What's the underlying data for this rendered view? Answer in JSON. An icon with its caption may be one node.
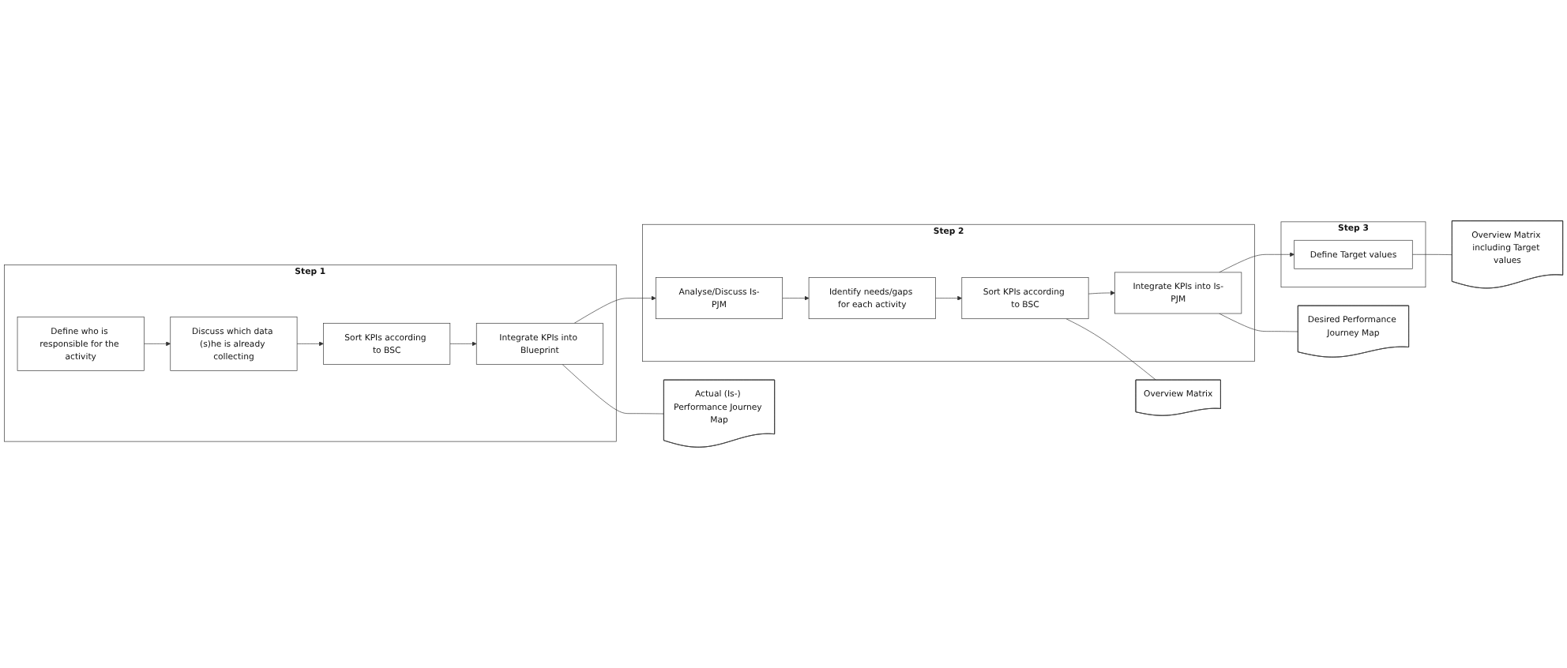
{
  "diagram": {
    "nodes": [
      {
        "text": [
          "Step 1"
        ]
      },
      {
        "text": [
          "Define who is responsible for the activity"
        ],
        "in": 0
      },
      {
        "text": [
          "Discuss which data (s)he is already collecting"
        ],
        "in": 0
      },
      {
        "text": [
          "Sort KPIs according to BSC"
        ],
        "in": 0
      },
      {
        "text": [
          "Integrate KPIs into Blueprint"
        ],
        "in": 0
      },
      {
        "text": [
          "Step 2"
        ]
      },
      {
        "text": [
          "Analyse/Discuss Is-PJM"
        ],
        "in": 5
      },
      {
        "text": [
          "Identify needs/gaps for each activity"
        ],
        "in": 5
      },
      {
        "text": [
          "Sort KPIs according to BSC"
        ],
        "in": 5
      },
      {
        "text": [
          "Integrate KPIs into Is-PJM"
        ],
        "in": 5
      },
      {
        "text": [
          "Step 3"
        ]
      },
      {
        "text": [
          "Define Target values"
        ],
        "in": 10
      },
      {
        "text": [
          "Actual (Is-) Performance Journey Map"
        ]
      },
      {
        "text": [
          "Overview Matrix"
        ]
      },
      {
        "text": [
          "Desired Performance Journey Map"
        ]
      },
      {
        "text": [
          "Overview Matrix including Target values"
        ]
      }
    ],
    "edges": [
      {
        "from": 1,
        "to": 2,
        "arrow": "to"
      },
      {
        "from": 2,
        "to": 3,
        "arrow": "to"
      },
      {
        "from": 3,
        "to": 4,
        "arrow": "to"
      },
      {
        "from": 4,
        "to": 6,
        "arrow": "to"
      },
      {
        "from": 6,
        "to": 7,
        "arrow": "to"
      },
      {
        "from": 7,
        "to": 8,
        "arrow": "to"
      },
      {
        "from": 8,
        "to": 9,
        "arrow": "to"
      },
      {
        "from": 9,
        "to": 11,
        "arrow": "to"
      },
      {
        "from": 4,
        "to": 12,
        "arrow": "none"
      },
      {
        "from": 8,
        "to": 13,
        "arrow": "none"
      },
      {
        "from": 9,
        "to": 14,
        "arrow": "none"
      },
      {
        "from": 11,
        "to": 15,
        "arrow": "none"
      }
    ]
  }
}
